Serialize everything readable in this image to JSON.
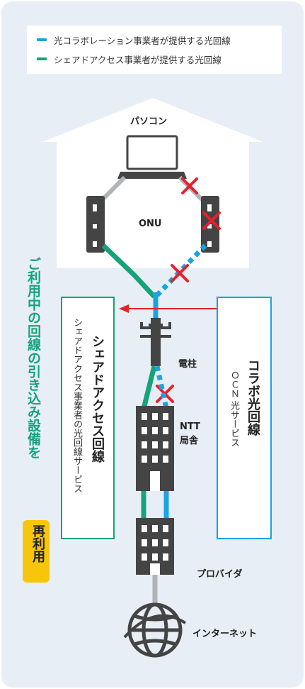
{
  "legend": {
    "items": [
      {
        "label": "光コラボレーション事業者が提供する光回線",
        "color": "#1aa3e0"
      },
      {
        "label": "シェアドアクセス事業者が提供する光回線",
        "color": "#16a37a"
      }
    ]
  },
  "house": {
    "pc_label": "パソコン",
    "onu_label": "ONU"
  },
  "left_headline": "ご利用中の回線の引き込み設備を",
  "badge_text": "再利用",
  "shared_panel": {
    "title": "シェアドアクセス回線",
    "subtitle": "シェアドアクセス事業者の光回線サービス"
  },
  "collab_panel": {
    "title": "コラボ光回線",
    "subtitle": "ＯＣＮ 光サービス"
  },
  "labels": {
    "pole": "電柱",
    "ntt_line1": "NTT",
    "ntt_line2": "局舎",
    "provider": "プロバイダ",
    "internet": "インターネット"
  },
  "colors": {
    "blue": "#1aa3e0",
    "green": "#16a37a",
    "red": "#e8202a",
    "gray": "#b0b3b8",
    "dark": "#444444",
    "yellow": "#f7c60a"
  }
}
